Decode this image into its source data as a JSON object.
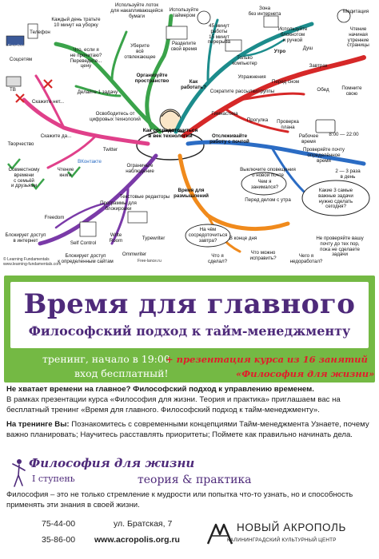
{
  "mindmap": {
    "center": "Как сосредоточиться\nв век технологий",
    "labels": {
      "facebook": "Facebook",
      "phone": "Телефон",
      "socials": "Соцсетям",
      "tv": "ТВ",
      "say_no": "Скажите нет...",
      "every_day": "Каждый день тратьте\n10 минут на уборку",
      "not_read": "Что, если я\nне прочитаю?\nПереведите...\nцену",
      "one_task": "Делайте 1 задачу",
      "use_lotok": "Используйте лоток\nдля накапливающейся\nбумаги",
      "remove": "Уберите\nвсё\nотвлекающее",
      "use_timer": "Используйте\nтаймером",
      "split": "Разделите\nсвой время",
      "organize": "Организуйте\nпространство",
      "min45": "45 минут\nработы\n15 минут\nперерыва",
      "no_internet": "Зона\nбез интернета",
      "notebook": "Используйте\nблокнотом\nи ручкой",
      "computer": "Только\nкомпьютер",
      "meditation": "Медитация",
      "reading": "Чтение\nначиная\nутренние\nстраницы",
      "morning": "Утро",
      "how_work": "Как\nработать?",
      "emails_groups": "Сократите рассылки/группы",
      "breakfast": "Завтрак",
      "lunch": "Обед",
      "walk": "Перед сном",
      "exercise": "Упражнения",
      "shower": "Душ",
      "sleep": "Помните\nсвою",
      "gym": "Гимнастика",
      "walking": "Прогулка",
      "check": "Проверка\nплана",
      "cycle": "Отслеживайте\nработу с почтой",
      "time_22": "8:00 — 22:00",
      "work_time": "Рабочее\nвремя",
      "set_time": "Проверяйте почту\nопределённое\nвремя",
      "two_three": "2 — 3 раза\nв день",
      "unsub": "Выключите оповещения\nо новой почте",
      "digital": "Освободитесь от\nцифровых технологий",
      "creative": "Творчество",
      "joint": "Совместному\nвремени\nс семьёй\nи друзьями",
      "books": "Чтение\nкниги",
      "say_yes": "Скажите да...",
      "twitter": "Twitter",
      "vk": "ВКонтакте",
      "cut": "Ограничьте\nнаблюдение",
      "freedom": "Freedom",
      "block": "Блокирует доступ\nв интернет",
      "self_control": "Self Control",
      "block_sites": "Блокирует доступ\nк определенным сайтам",
      "programs": "Программы для блокировки",
      "text_editors": "Текстовые редакторы",
      "write_room": "Write\nRoom",
      "typewriter": "Typewriter",
      "omni": "Ommwriter",
      "reflection": "Время для\nразмышлений",
      "day_results": "Перед делом с утра",
      "what_done": "Чем я\nзанимался?",
      "concentrate": "На чём\nсосредоточиться\nзавтра?",
      "end_day": "В конце дня",
      "what_did": "Что я\nсделал?",
      "fix": "Что можно\nисправить?",
      "tasks": "Какие 3 самые\nважные задачи\nнужно сделать\nсегодня?",
      "check_mail": "Не проверяйте вашу\nпочту до тех пор,\nпока не сделаете\nзадачи",
      "what_i_expect": "Чего я\nнедоработал?",
      "credit_left": "© Learning Fundamentals\nwww.learning-fundamentals.com",
      "credit_mid": "Free-lance.ru"
    }
  },
  "banner": {
    "title": "Время для главного",
    "subtitle": "Философский подход к тайм-менеджменту",
    "training_line1": "тренинг, начало в 19:00",
    "training_line2": "вход бесплатный!",
    "promo_line1": "+ презентация курса из 16 занятий",
    "promo_line2": "«Философия для жизни»"
  },
  "body": {
    "p1_bold": "Не хватает времени на главное? Философский подход к управлению временем.",
    "p1_text": "В рамках презентации курса «Философия для жизни. Теория и практика» приглашаем вас на бесплатный тренинг «Время для главного. Философский подход к тайм-менеджменту».",
    "p2_bold": "На тренинге Вы:",
    "p2_text": " Познакомитесь с современными концепциями Тайм-менеджмента Узнаете, почему важно планировать; Научитесь расставлять приоритеты; Поймете как правильно начинать дела."
  },
  "logo": {
    "title": "Философия для жизни",
    "step": "I ступень",
    "subtitle": "теория & практика"
  },
  "philosophy": "Философия – это не только стремление к мудрости или попытка что-то узнать, но и способность применять эти знания в своей жизни.",
  "footer": {
    "phone1": "75-44-00",
    "phone2": "35-86-00",
    "address": "ул. Братская, 7",
    "website": "www.acropolis.org.ru",
    "org_name": "НОВЫЙ АКРОПОЛЬ",
    "org_sub": "КАЛИНИНГРАДСКИЙ КУЛЬТУРНЫЙ ЦЕНТР"
  },
  "colors": {
    "green": "#74b944",
    "purple": "#4e2a7a",
    "red": "#e11d2a"
  }
}
